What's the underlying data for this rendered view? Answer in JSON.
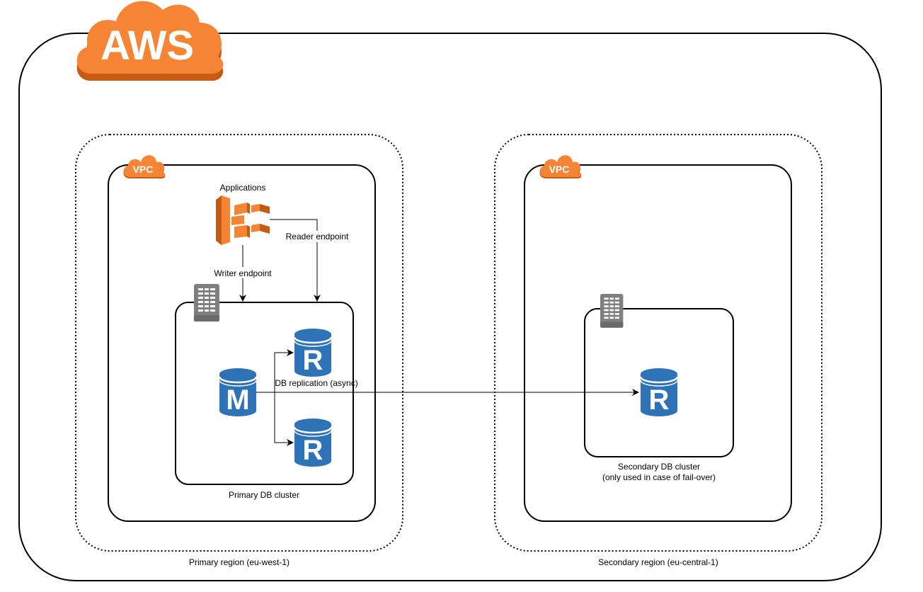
{
  "aws_logo": {
    "text": "AWS",
    "color": "#F58534"
  },
  "vpc_badge": {
    "text": "VPC",
    "color": "#F58534"
  },
  "labels": {
    "applications": "Applications",
    "reader_endpoint": "Reader endpoint",
    "writer_endpoint": "Writer endpoint",
    "db_replication": "DB replication (async)",
    "primary_cluster": "Primary DB cluster",
    "secondary_cluster_line1": "Secondary DB cluster",
    "secondary_cluster_line2": "(only used in case of fail-over)",
    "primary_region": "Primary region (eu-west-1)",
    "secondary_region": "Secondary region (eu-central-1)"
  },
  "databases": {
    "master_letter": "M",
    "replica_letter": "R",
    "color": "#2E73B8"
  },
  "icons": {
    "applications": "ecs-cluster-icon",
    "primary_cluster_marker": "rds-instance-icon",
    "secondary_cluster_marker": "rds-instance-icon"
  },
  "colors": {
    "aws_orange": "#F58534",
    "db_blue": "#2E73B8",
    "building_grey": "#7F7F7F"
  }
}
